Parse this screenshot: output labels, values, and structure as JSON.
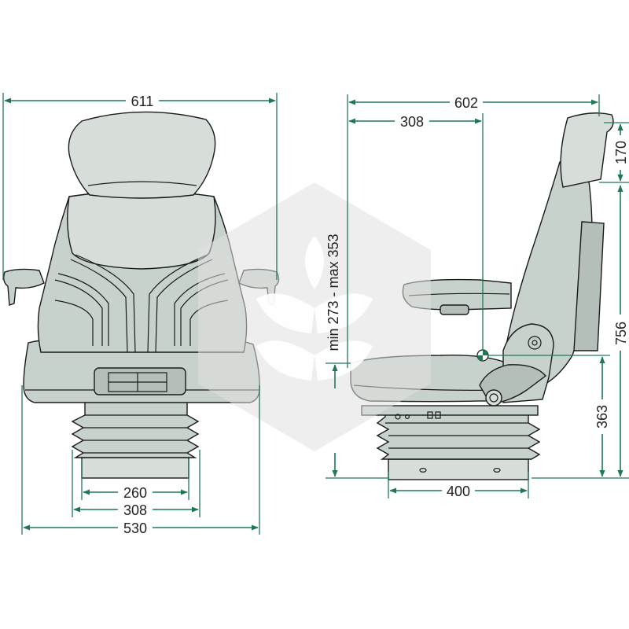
{
  "colors": {
    "dimension_line": "#1f7a54",
    "seat_fill": "#c8d2cc",
    "outline": "#1a1a1a",
    "watermark": "#e0e0e0"
  },
  "front_view": {
    "width_armrests": "611",
    "width_cushion": "530",
    "base_inner": "260",
    "base_outer": "308"
  },
  "side_view": {
    "depth_total": "602",
    "depth_to_sip": "308",
    "headrest_height": "170",
    "total_height": "756",
    "base_height": "363",
    "base_depth": "400",
    "suspension_range": "min 273 - max 353"
  },
  "icons": {
    "watermark": "logo-hexagon-icon",
    "reference_point": "seat-index-point-icon"
  }
}
